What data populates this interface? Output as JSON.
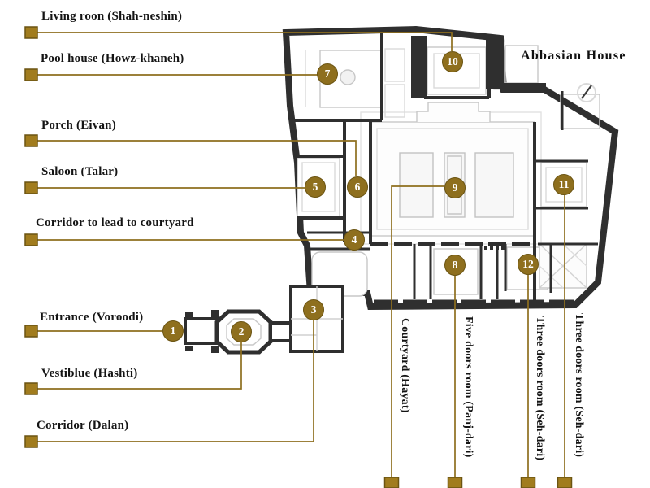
{
  "title": "Abbasian House",
  "colors": {
    "accent_gold": "#8e6f1e",
    "legend_square_fill": "#a17c1e",
    "wall": "#2f2f2f",
    "label_text": "#141414"
  },
  "legend_left": [
    {
      "label": "Living roon (Shah-neshin)",
      "marker": "10"
    },
    {
      "label": "Pool house (Howz-khaneh)",
      "marker": "7"
    },
    {
      "label": "Porch (Eivan)",
      "marker": "6"
    },
    {
      "label": "Saloon (Talar)",
      "marker": "5"
    },
    {
      "label": "Corridor to lead to courtyard",
      "marker": "4"
    },
    {
      "label": "Entrance (Voroodi)",
      "marker": "1"
    },
    {
      "label": "Vestiblue (Hashti)",
      "marker": "2"
    },
    {
      "label": "Corridor (Dalan)",
      "marker": "3"
    }
  ],
  "legend_bottom": [
    {
      "label": "Courtyard (Hayat)",
      "marker": "9"
    },
    {
      "label": "Five doors room (Panj-dari)",
      "marker": "8"
    },
    {
      "label": "Three doors room (Seh-dari)",
      "marker": "12"
    },
    {
      "label": "Three doors room (Seh-dari)",
      "marker": "11"
    }
  ],
  "markers": [
    "1",
    "2",
    "3",
    "4",
    "5",
    "6",
    "7",
    "8",
    "9",
    "10",
    "11",
    "12"
  ],
  "icons": {
    "north_indicator": "north-arrow-circle"
  }
}
